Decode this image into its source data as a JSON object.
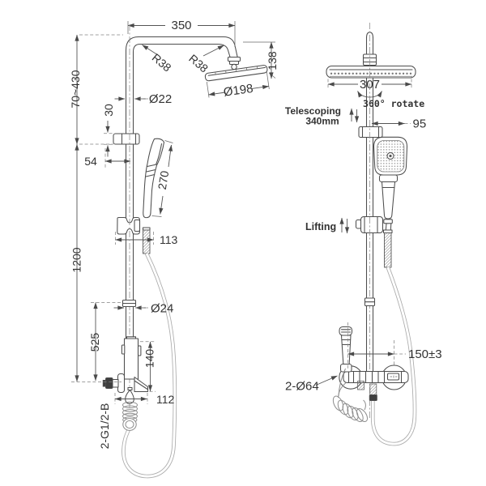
{
  "drawing": {
    "left_view": {
      "top_width": "350",
      "riser_adjust_range": "70~430",
      "head_drop": "138",
      "bend_radius_left": "R38",
      "bend_radius_right": "R38",
      "upper_pipe_diameter": "Ø22",
      "head_diameter": "Ø198",
      "bracket_height": "30",
      "holder_offset": "54",
      "hand_shower_length": "270",
      "hose_offset": "113",
      "column_height": "1200",
      "lower_pipe_diameter": "Ø24",
      "valve_to_joint_height": "525",
      "valve_body_height": "140",
      "valve_width": "112",
      "inlet_thread": "2-G1/2-B"
    },
    "right_view": {
      "head_width": "307",
      "rotate_note": "360° rotate",
      "telescoping_note_line1": "Telescoping",
      "telescoping_note_line2": "340mm",
      "hand_shower_width": "95",
      "lifting_note": "Lifting",
      "handle_spacing": "150±3",
      "escutcheon_note": "2-Ø64"
    }
  }
}
